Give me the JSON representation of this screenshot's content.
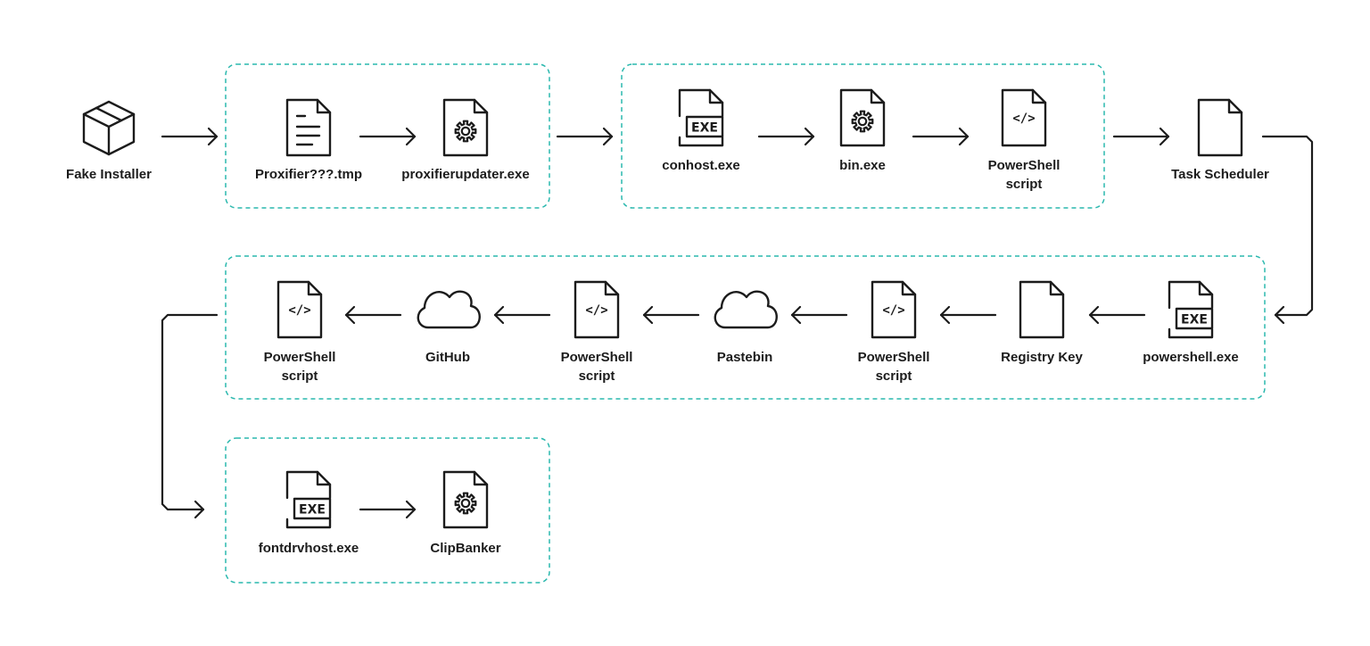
{
  "colors": {
    "stroke": "#1c1c1c",
    "group_border": "#2ab8ae",
    "background": "#ffffff"
  },
  "nodes": {
    "fake_installer": {
      "label": "Fake Installer",
      "icon": "package-icon"
    },
    "proxifier_tmp": {
      "label": "Proxifier???.tmp",
      "icon": "text-file-icon"
    },
    "proxifierupdater": {
      "label": "proxifierupdater.exe",
      "icon": "gear-file-icon"
    },
    "conhost": {
      "label": "conhost.exe",
      "icon": "exe-file-icon",
      "badge": "EXE"
    },
    "bin": {
      "label": "bin.exe",
      "icon": "gear-file-icon"
    },
    "ps_script_1": {
      "label": "PowerShell\nscript",
      "icon": "code-file-icon",
      "badge": "</>"
    },
    "task_scheduler": {
      "label": "Task Scheduler",
      "icon": "blank-file-icon"
    },
    "powershell_exe": {
      "label": "powershell.exe",
      "icon": "exe-file-icon",
      "badge": "EXE"
    },
    "registry_key": {
      "label": "Registry Key",
      "icon": "blank-file-icon"
    },
    "ps_script_2": {
      "label": "PowerShell\nscript",
      "icon": "code-file-icon",
      "badge": "</>"
    },
    "pastebin": {
      "label": "Pastebin",
      "icon": "cloud-icon"
    },
    "ps_script_3": {
      "label": "PowerShell\nscript",
      "icon": "code-file-icon",
      "badge": "</>"
    },
    "github": {
      "label": "GitHub",
      "icon": "cloud-icon"
    },
    "ps_script_4": {
      "label": "PowerShell\nscript",
      "icon": "code-file-icon",
      "badge": "</>"
    },
    "fontdrvhost": {
      "label": "fontdrvhost.exe",
      "icon": "exe-file-icon",
      "badge": "EXE"
    },
    "clipbanker": {
      "label": "ClipBanker",
      "icon": "gear-file-icon"
    }
  },
  "edges": [
    [
      "fake_installer",
      "proxifier_tmp"
    ],
    [
      "proxifier_tmp",
      "proxifierupdater"
    ],
    [
      "proxifierupdater",
      "conhost"
    ],
    [
      "conhost",
      "bin"
    ],
    [
      "bin",
      "ps_script_1"
    ],
    [
      "ps_script_1",
      "task_scheduler"
    ],
    [
      "task_scheduler",
      "powershell_exe"
    ],
    [
      "powershell_exe",
      "registry_key"
    ],
    [
      "registry_key",
      "ps_script_2"
    ],
    [
      "ps_script_2",
      "pastebin"
    ],
    [
      "pastebin",
      "ps_script_3"
    ],
    [
      "ps_script_3",
      "github"
    ],
    [
      "github",
      "ps_script_4"
    ],
    [
      "ps_script_4",
      "fontdrvhost"
    ],
    [
      "fontdrvhost",
      "clipbanker"
    ]
  ],
  "groups": [
    [
      "proxifier_tmp",
      "proxifierupdater"
    ],
    [
      "conhost",
      "bin",
      "ps_script_1"
    ],
    [
      "powershell_exe",
      "registry_key",
      "ps_script_2",
      "pastebin",
      "ps_script_3",
      "github",
      "ps_script_4"
    ],
    [
      "fontdrvhost",
      "clipbanker"
    ]
  ]
}
